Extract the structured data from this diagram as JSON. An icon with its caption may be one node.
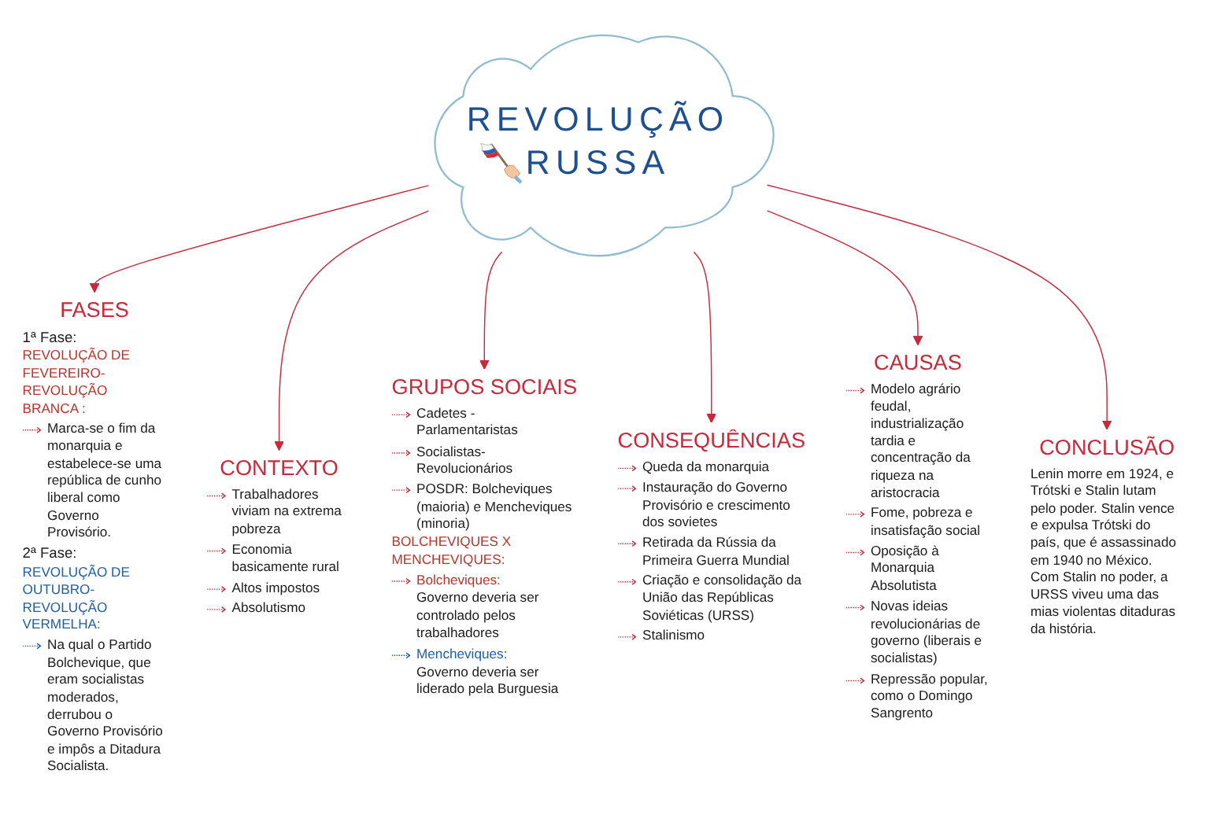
{
  "diagram": {
    "nodes": [
      {
        "text": [
          "FASES",
          "1ª Fase:",
          "REVOLUÇÃO DE FEVEREIRO- REVOLUÇÃO BRANCA :",
          "Marca-se o fim da monarquia e estabelece-se uma república de cunho liberal como Governo Provisório.",
          "2ª Fase:",
          "REVOLUÇÃO DE OUTUBRO- REVOLUÇÃO VERMELHA:",
          "Na qual o Partido Bolchevique, que eram socialistas moderados, derrubou o Governo Provisório e impôs a Ditadura Socialista."
        ]
      },
      {
        "text": [
          "CONTEXTO",
          "Trabalhadores viviam na extrema pobreza",
          "Economia basicamente rural",
          "Altos impostos",
          "Absolutismo"
        ]
      },
      {
        "text": [
          "GRUPOS SOCIAIS",
          "Cadetes - Parlamentaristas",
          "Socialistas- Revolucionários",
          "POSDR: Bolcheviques (maioria) e Mencheviques (minoria)",
          "BOLCHEVIQUES X MENCHEVIQUES:",
          "Bolcheviques:",
          "Governo deveria ser controlado pelos trabalhadores",
          "Mencheviques:",
          "Governo deveria ser liderado pela Burguesia"
        ]
      },
      {
        "text": [
          "REVOLUÇÃO RUSSA"
        ]
      },
      {
        "text": [
          "CONSEQUÊNCIAS",
          "Queda da monarquia",
          "Instauração do Governo Provisório e crescimento dos sovietes",
          "Retirada da Rússia da Primeira Guerra Mundial",
          "Criação e consolidação da União das Repúblicas Soviéticas (URSS)",
          "Stalinismo"
        ]
      },
      {
        "text": [
          "CAUSAS",
          "Modelo agrário feudal, industrialização tardia e concentração da riqueza na aristocracia",
          "Fome, pobreza e insatisfação social",
          "Oposição à Monarquia Absolutista",
          "Novas ideias revolucionárias de governo (liberais e socialistas)",
          "Repressão popular, como o Domingo Sangrento"
        ]
      },
      {
        "text": [
          "CONCLUSÃO",
          "Lenin morre em 1924, e Trótski e Stalin lutam pelo poder. Stalin vence e expulsa Trótski do país, que é assassinado em 1940 no México. Com Stalin no poder, a URSS viveu uma das mias violentas ditaduras da história."
        ]
      }
    ],
    "edges": [
      {
        "from": 3,
        "to": 0,
        "arrow": "to"
      },
      {
        "from": 3,
        "to": 1,
        "arrow": "to"
      },
      {
        "from": 3,
        "to": 2,
        "arrow": "to"
      },
      {
        "from": 3,
        "to": 4,
        "arrow": "to"
      },
      {
        "from": 3,
        "to": 5,
        "arrow": "to"
      },
      {
        "from": 3,
        "to": 6,
        "arrow": "to"
      }
    ]
  }
}
